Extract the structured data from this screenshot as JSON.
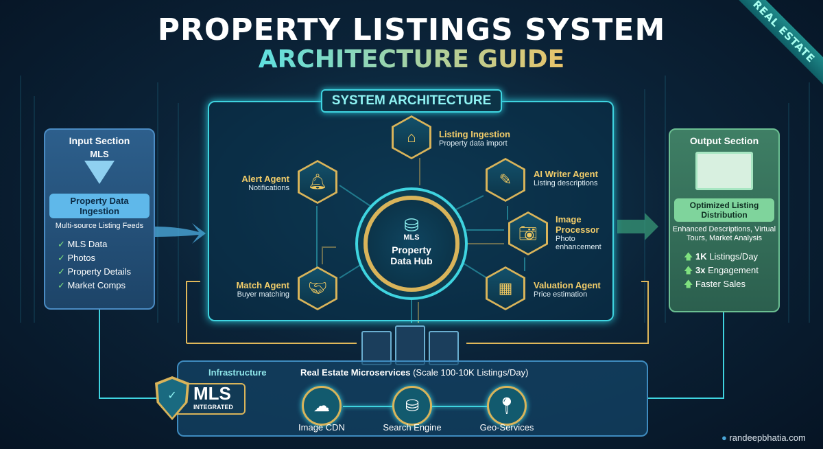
{
  "title": {
    "line1": "PROPERTY LISTINGS SYSTEM",
    "line2": "ARCHITECTURE GUIDE"
  },
  "ribbon": "REAL ESTATE",
  "input": {
    "heading": "Input Section",
    "icon_label": "MLS",
    "icon": "funnel-icon",
    "pill": "Property Data Ingestion",
    "subtitle": "Multi-source Listing Feeds",
    "items": [
      "MLS Data",
      "Photos",
      "Property Details",
      "Market Comps"
    ]
  },
  "output": {
    "heading": "Output Section",
    "icon": "devices-icon",
    "pill": "Optimized Listing Distribution",
    "subtitle": "Enhanced Descriptions, Virtual Tours, Market Analysis",
    "metrics": [
      {
        "bold": "1K",
        "text": "Listings/Day"
      },
      {
        "bold": "3x",
        "text": "Engagement"
      },
      {
        "bold": "",
        "text": "Faster Sales"
      }
    ]
  },
  "system": {
    "title": "SYSTEM ARCHITECTURE",
    "hub": {
      "icon_label": "MLS",
      "label": "Property Data Hub"
    },
    "agents": [
      {
        "name": "Listing Ingestion",
        "desc": "Property data import",
        "icon": "house-download-icon"
      },
      {
        "name": "Alert Agent",
        "desc": "Notifications",
        "icon": "bell-icon"
      },
      {
        "name": "AI Writer Agent",
        "desc": "Listing descriptions",
        "icon": "pen-icon"
      },
      {
        "name": "Image Processor",
        "desc": "Photo enhancement",
        "icon": "camera-icon"
      },
      {
        "name": "Match Agent",
        "desc": "Buyer matching",
        "icon": "handshake-icon"
      },
      {
        "name": "Valuation Agent",
        "desc": "Price estimation",
        "icon": "calculator-chart-icon"
      }
    ]
  },
  "infrastructure": {
    "label": "Infrastructure",
    "title_bold": "Real Estate Microservices",
    "title_rest": "(Scale 100-10K Listings/Day)",
    "badge": {
      "main": "MLS",
      "sub": "INTEGRATED"
    },
    "services": [
      {
        "label": "Image CDN",
        "icon": "cloud-video-icon"
      },
      {
        "label": "Search Engine",
        "icon": "database-search-icon"
      },
      {
        "label": "Geo-Services",
        "icon": "map-pin-icon"
      }
    ]
  },
  "footer": "randeepbhatia.com",
  "colors": {
    "accent_cyan": "#3fd4e0",
    "accent_gold": "#d9b45a",
    "input_blue": "#2d5f8c",
    "output_green": "#3f7f65"
  }
}
